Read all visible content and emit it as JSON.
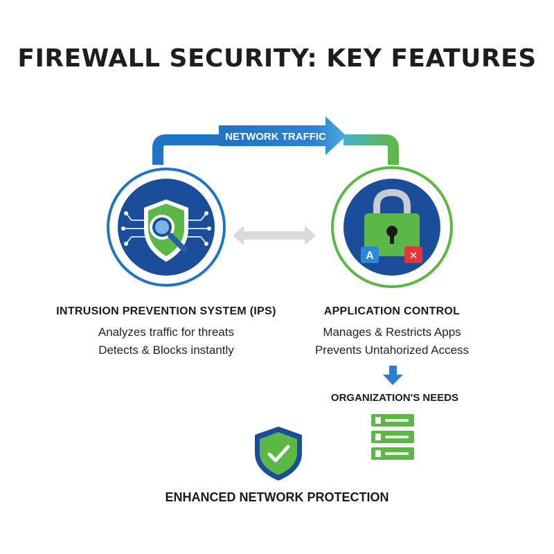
{
  "title": "FIREWALL SECURITY: KEY FEATURES",
  "flow": {
    "label": "NETWORK TRAFFIC"
  },
  "features": [
    {
      "title": "INTRUSION PREVENTION SYSTEM (IPS)",
      "lines": [
        "Analyzes traffic for threats",
        "Detects & Blocks instantly"
      ],
      "icon": "shield-magnifier-icon"
    },
    {
      "title": "APPLICATION CONTROL",
      "lines": [
        "Manages & Restricts Apps",
        "Prevents Untahorized Access"
      ],
      "icon": "padlock-icon",
      "badges": [
        "A",
        "✕"
      ]
    }
  ],
  "needs": {
    "label": "ORGANIZATION'S NEEDS",
    "icon": "server-stack-icon"
  },
  "outcome": {
    "label": "ENHANCED NETWORK PROTECTION",
    "icon": "shield-check-icon"
  },
  "colors": {
    "blue": "#1f74c4",
    "green": "#5cb846",
    "dark_blue": "#1a4e9a",
    "light_gray": "#d8dadd",
    "red": "#e3343a"
  }
}
